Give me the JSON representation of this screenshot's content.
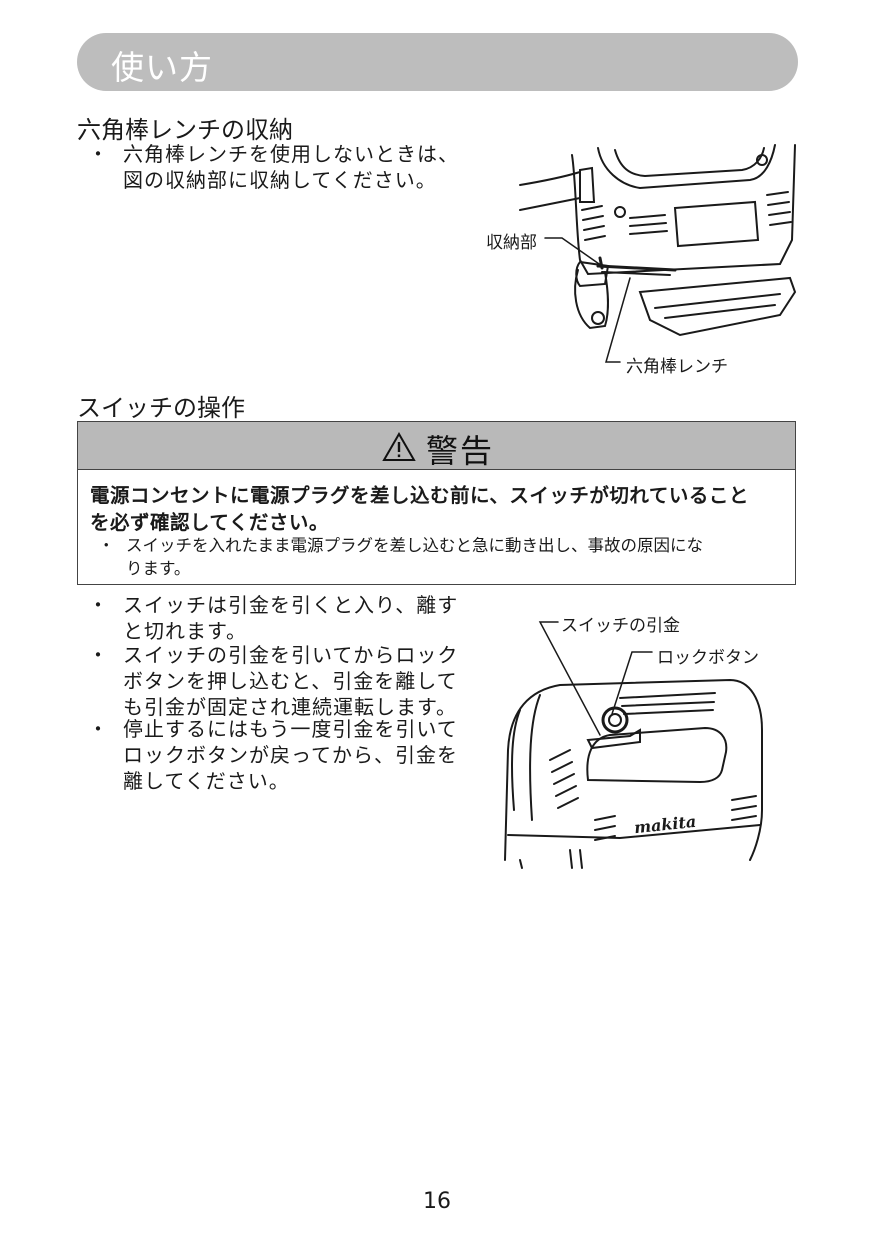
{
  "header": {
    "title": "使い方"
  },
  "section1": {
    "heading": "六角棒レンチの収納",
    "bullet": {
      "marker": "・",
      "lines": [
        "六角棒レンチを使用しないときは、",
        "図の収納部に収納してください。"
      ]
    },
    "figure": {
      "label_storage": "収納部",
      "label_wrench": "六角棒レンチ"
    }
  },
  "section2": {
    "heading": "スイッチの操作",
    "warning": {
      "title": "警告",
      "strong_lines": [
        "電源コンセントに電源プラグを差し込む前に、スイッチが切れていること",
        "を必ず確認してください。"
      ],
      "note": {
        "marker": "・",
        "lines": [
          "スイッチを入れたまま電源プラグを差し込むと急に動き出し、事故の原因にな",
          "ります。"
        ]
      }
    },
    "bullets": [
      {
        "marker": "・",
        "lines": [
          "スイッチは引金を引くと入り、離す",
          "と切れます。"
        ]
      },
      {
        "marker": "・",
        "lines": [
          "スイッチの引金を引いてからロック",
          "ボタンを押し込むと、引金を離して",
          "も引金が固定され連続運転します。"
        ]
      },
      {
        "marker": "・",
        "lines": [
          "停止するにはもう一度引金を引いて",
          "ロックボタンが戻ってから、引金を",
          "離してください。"
        ]
      }
    ],
    "figure": {
      "label_trigger": "スイッチの引金",
      "label_lock": "ロックボタン",
      "brand": "makita"
    }
  },
  "footer": {
    "page_number": "16"
  }
}
